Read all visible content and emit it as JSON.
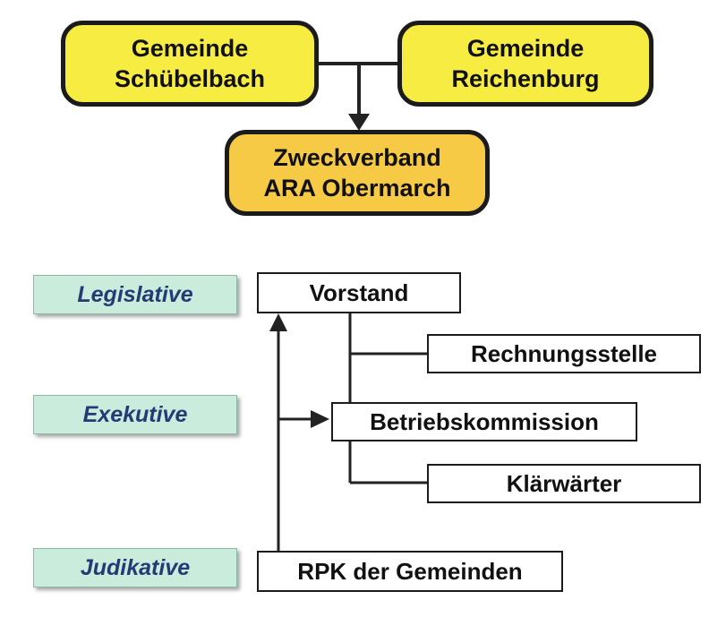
{
  "top": {
    "schuebelbach": [
      "Gemeinde",
      "Schübelbach"
    ],
    "reichenburg": [
      "Gemeinde",
      "Reichenburg"
    ],
    "zweckverband": [
      "Zweckverband",
      "ARA Obermarch"
    ]
  },
  "levels": {
    "legislative": "Legislative",
    "exekutive": "Exekutive",
    "judikative": "Judikative"
  },
  "org": {
    "vorstand": "Vorstand",
    "rechnungsstelle": "Rechnungsstelle",
    "betriebskommission": "Betriebskommission",
    "klaerwaerter": "Klärwärter",
    "rpk": "RPK der Gemeinden"
  },
  "colors": {
    "pill_yellow": "#f6ec42",
    "pill_orange": "#f7ca45",
    "level_bg": "#c9ecdc",
    "level_text": "#233b74"
  }
}
